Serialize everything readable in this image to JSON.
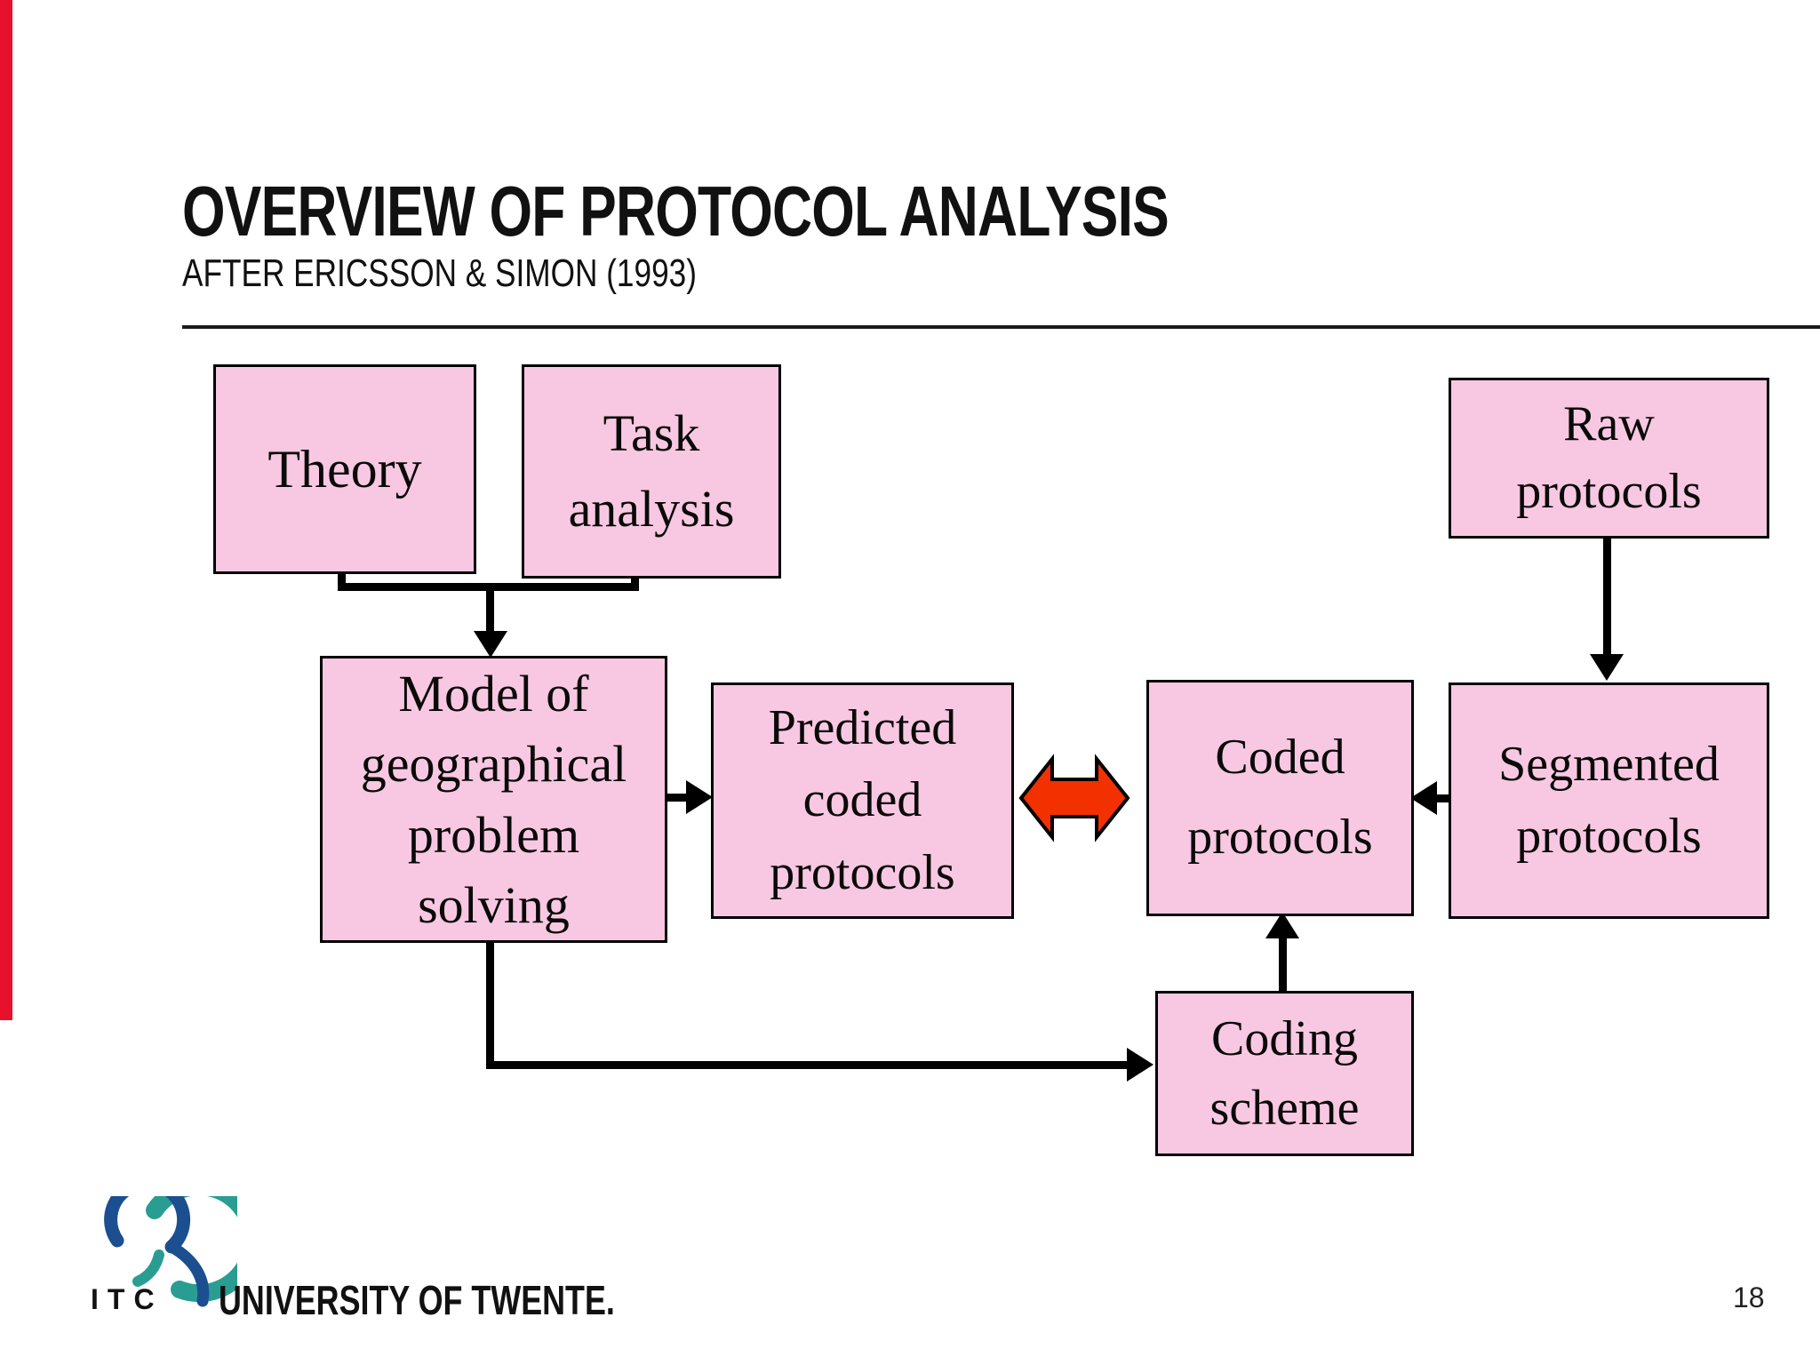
{
  "slide": {
    "title": "OVERVIEW OF PROTOCOL ANALYSIS",
    "subtitle": "AFTER ERICSSON & SIMON (1993)",
    "page_number": "18",
    "footer": {
      "logo_text": "ITC",
      "organization": "UNIVERSITY OF TWENTE."
    }
  },
  "colors": {
    "box_fill": "#f8c8e2",
    "box_border": "#000000",
    "connector": "#000000",
    "double_arrow_fill": "#f33000",
    "left_bar": "#e8112d",
    "logo_teal": "#2a9d92",
    "logo_blue": "#1b4f8f"
  },
  "diagram": {
    "nodes": [
      {
        "id": "theory",
        "label": "Theory"
      },
      {
        "id": "task-analysis",
        "label": "Task\nanalysis"
      },
      {
        "id": "raw-protocols",
        "label": "Raw\nprotocols"
      },
      {
        "id": "model",
        "label": "Model of\ngeographical\nproblem\nsolving"
      },
      {
        "id": "predicted-coded-protocols",
        "label": "Predicted\ncoded\nprotocols"
      },
      {
        "id": "coded-protocols",
        "label": "Coded\nprotocols"
      },
      {
        "id": "segmented-protocols",
        "label": "Segmented\nprotocols"
      },
      {
        "id": "coding-scheme",
        "label": "Coding\nscheme"
      }
    ],
    "edges": [
      {
        "from": "theory",
        "to": "model",
        "type": "merge-arrow"
      },
      {
        "from": "task-analysis",
        "to": "model",
        "type": "merge-arrow"
      },
      {
        "from": "model",
        "to": "predicted-coded-protocols",
        "type": "arrow"
      },
      {
        "from": "predicted-coded-protocols",
        "to": "coded-protocols",
        "type": "red-double-arrow"
      },
      {
        "from": "raw-protocols",
        "to": "segmented-protocols",
        "type": "arrow"
      },
      {
        "from": "segmented-protocols",
        "to": "coded-protocols",
        "type": "arrow"
      },
      {
        "from": "coding-scheme",
        "to": "coded-protocols",
        "type": "arrow"
      },
      {
        "from": "model",
        "to": "coding-scheme",
        "type": "elbow-arrow"
      }
    ]
  }
}
